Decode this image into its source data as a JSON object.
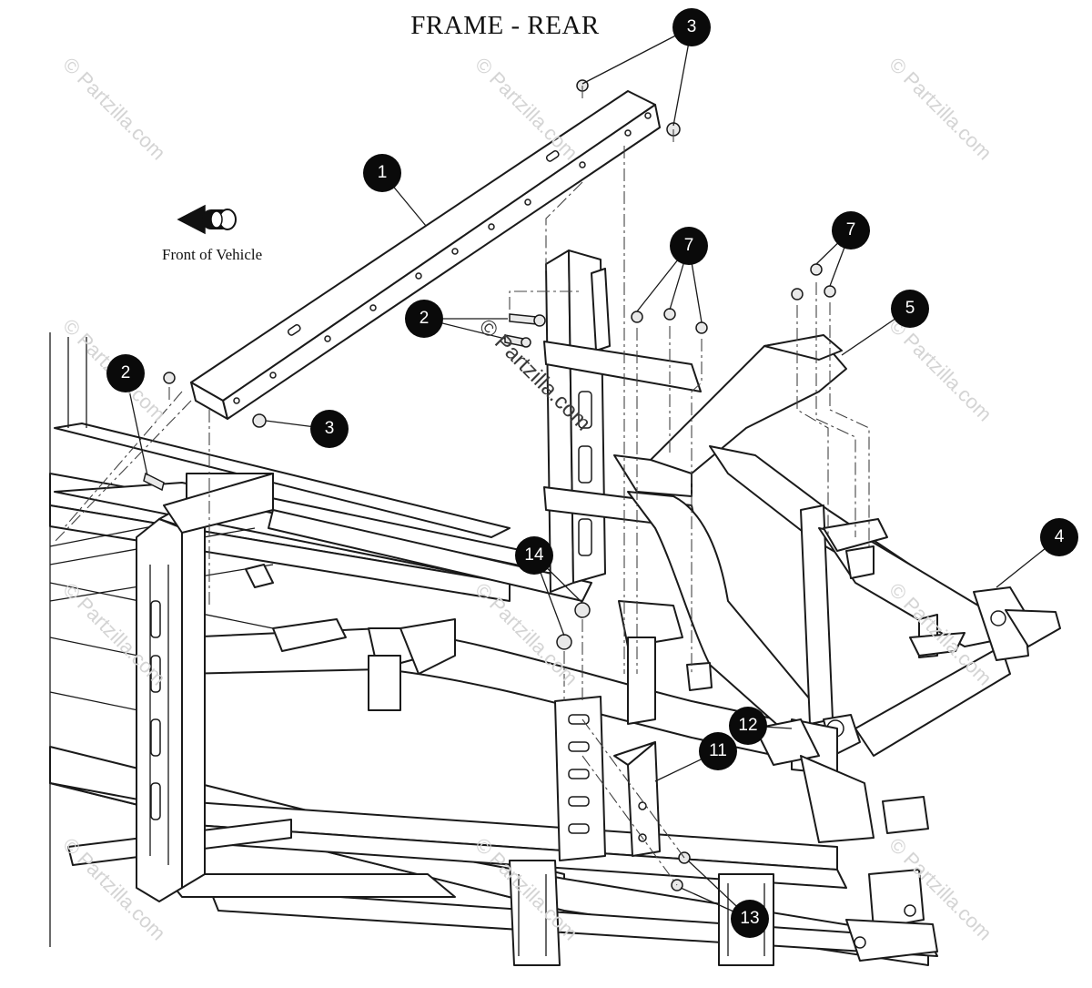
{
  "title": "FRAME - REAR",
  "orientation": {
    "label": "Front of Vehicle",
    "icon": "direction-arrow-icon"
  },
  "callouts": [
    "1",
    "2",
    "2",
    "3",
    "3",
    "4",
    "5",
    "7",
    "7",
    "11",
    "12",
    "13",
    "14"
  ],
  "watermark": "© Partzilla.com",
  "colors": {
    "line": "#1a1a1a",
    "callout_fill": "#0a0a0a",
    "callout_text": "#ffffff",
    "watermark": "#d4d4d4",
    "background": "#ffffff"
  }
}
